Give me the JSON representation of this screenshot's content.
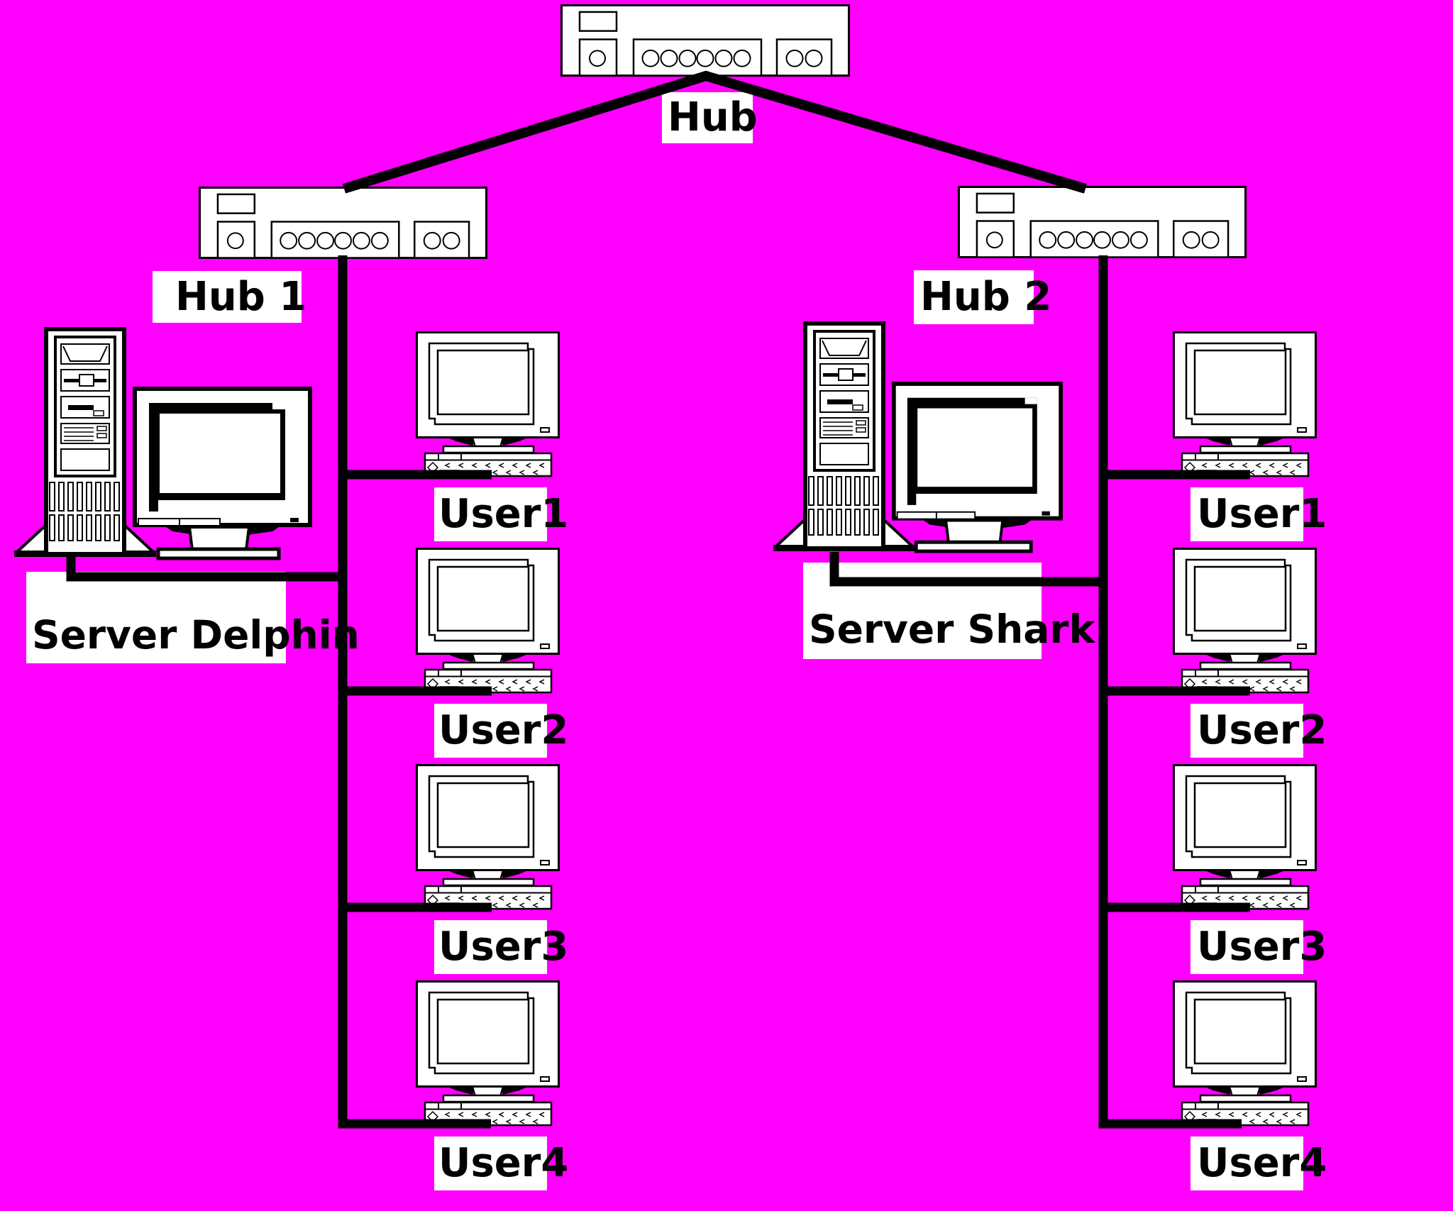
{
  "diagram": {
    "colors": {
      "background": "#FF00FF",
      "line": "#000000",
      "device_fill": "#FFFFFF",
      "label_background": "#FFFFFF",
      "label_text": "#000000"
    },
    "top_hub": {
      "label": "Hub",
      "icon": "hub-icon"
    },
    "left_segment": {
      "hub": {
        "label": "Hub 1",
        "icon": "hub-icon"
      },
      "server": {
        "label": "Server Delphin",
        "icon": "server-tower-with-monitor-icon"
      },
      "users": [
        {
          "label": "User1",
          "icon": "desktop-computer-icon"
        },
        {
          "label": "User2",
          "icon": "desktop-computer-icon"
        },
        {
          "label": "User3",
          "icon": "desktop-computer-icon"
        },
        {
          "label": "User4",
          "icon": "desktop-computer-icon"
        }
      ]
    },
    "right_segment": {
      "hub": {
        "label": "Hub 2",
        "icon": "hub-icon"
      },
      "server": {
        "label": "Server Shark",
        "icon": "server-tower-with-monitor-icon"
      },
      "users": [
        {
          "label": "User1",
          "icon": "desktop-computer-icon"
        },
        {
          "label": "User2",
          "icon": "desktop-computer-icon"
        },
        {
          "label": "User3",
          "icon": "desktop-computer-icon"
        },
        {
          "label": "User4",
          "icon": "desktop-computer-icon"
        }
      ]
    }
  }
}
